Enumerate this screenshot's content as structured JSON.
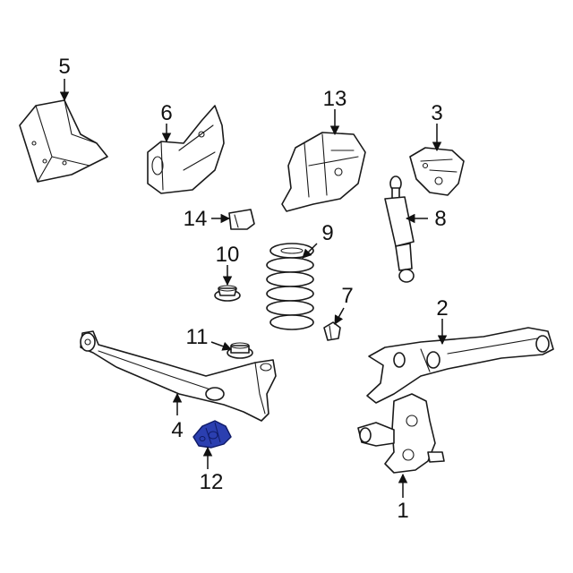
{
  "diagram": {
    "highlight_color": "#2b3fb0",
    "callouts": [
      {
        "id": "c1",
        "number": "1"
      },
      {
        "id": "c2",
        "number": "2"
      },
      {
        "id": "c3",
        "number": "3"
      },
      {
        "id": "c4",
        "number": "4"
      },
      {
        "id": "c5",
        "number": "5"
      },
      {
        "id": "c6",
        "number": "6"
      },
      {
        "id": "c7",
        "number": "7"
      },
      {
        "id": "c8",
        "number": "8"
      },
      {
        "id": "c9",
        "number": "9"
      },
      {
        "id": "c10",
        "number": "10"
      },
      {
        "id": "c11",
        "number": "11"
      },
      {
        "id": "c12",
        "number": "12"
      },
      {
        "id": "c13",
        "number": "13"
      },
      {
        "id": "c14",
        "number": "14"
      }
    ],
    "highlighted_part": "12"
  }
}
